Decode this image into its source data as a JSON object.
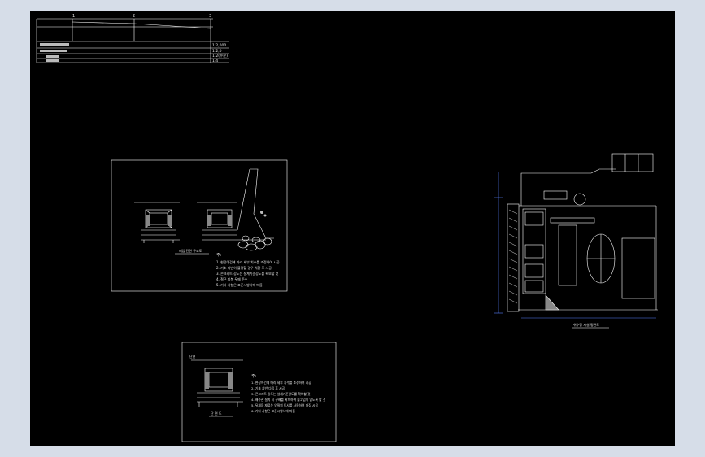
{
  "colors": {
    "window_bg": "#d6dde8",
    "canvas_bg": "#000000",
    "line": "#ffffff",
    "accent_blue": "#5a82ff",
    "hatch": "#cccccc"
  },
  "table": {
    "header_marks": [
      "1",
      "2",
      "3"
    ],
    "side_values": [
      "1:2,000",
      "1:2,0",
      "1:2(수문)",
      "1.4"
    ]
  },
  "drawing1": {
    "title": "매입 단면 구조도",
    "notes_heading": "주:",
    "notes": [
      "1. 현장여건에 따라 세부 치수를 조정하여 시공",
      "2. 기초 지반이 불량할 경우 치환 후 시공",
      "3. 콘크리트 강도는 설계기준강도를 확보할 것",
      "4. 철근 피복 두께 준수",
      "5. 기타 사항은 표준시방서에 따름"
    ]
  },
  "drawing2": {
    "label_top": "단면",
    "title": "단 면 도",
    "notes_heading": "주:",
    "notes": [
      "1. 현장여건에 따라 세부 치수를 조정하여 시공",
      "2. 기초 지반 다짐 후 시공",
      "3. 콘크리트 강도는 설계기준강도를 확보할 것",
      "4. 배수관 설치 시 구배를 확보하여 물고임이 없도록 할 것",
      "5. 뒤채움 재료는 양질의 토사를 사용하여 다짐 시공",
      "6. 기타 사항은 표준시방서에 따름"
    ]
  },
  "drawing3": {
    "title": "취수장 시설 평면도"
  }
}
